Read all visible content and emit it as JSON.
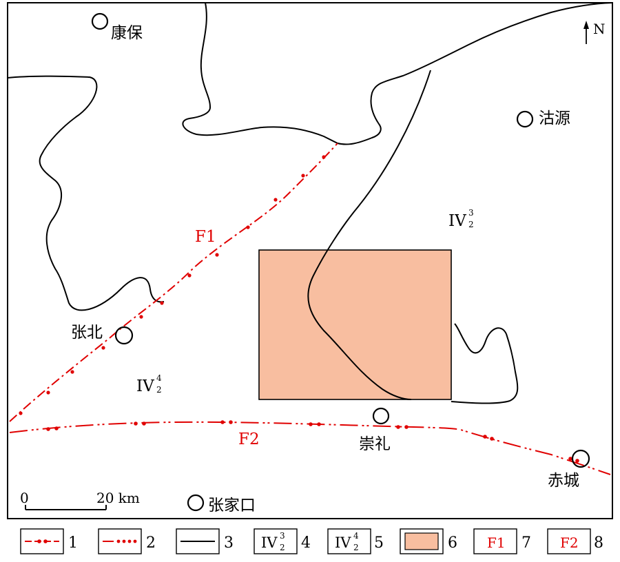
{
  "map": {
    "places": {
      "kangbao": "康保",
      "guyuan": "沽源",
      "zhangbei": "张北",
      "chongli": "崇礼",
      "chicheng": "赤城",
      "zhangjiakou": "张家口"
    },
    "faults": {
      "f1": "F1",
      "f2": "F2"
    },
    "zones": {
      "iv23": {
        "main": "IV",
        "sup": "3",
        "sub": "2"
      },
      "iv24": {
        "main": "IV",
        "sup": "4",
        "sub": "2"
      }
    },
    "north": "N",
    "scale": {
      "zero": "0",
      "end": "20 km"
    },
    "study_area_color": "#f8bea0",
    "fault_color": "#e00000"
  },
  "legend": {
    "items": [
      {
        "num": "1",
        "text": ""
      },
      {
        "num": "2",
        "text": ""
      },
      {
        "num": "3",
        "text": ""
      },
      {
        "num": "4",
        "main": "IV",
        "sup": "3",
        "sub": "2"
      },
      {
        "num": "5",
        "main": "IV",
        "sup": "4",
        "sub": "2"
      },
      {
        "num": "6",
        "text": ""
      },
      {
        "num": "7",
        "text": "F1"
      },
      {
        "num": "8",
        "text": "F2"
      }
    ]
  }
}
